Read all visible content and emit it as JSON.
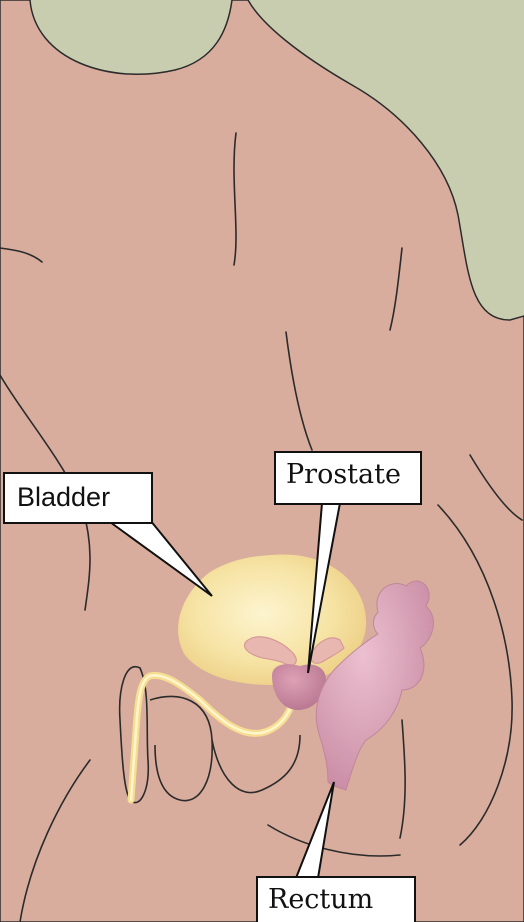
{
  "labels": {
    "bladder": "Bladder",
    "prostate": "Prostate",
    "rectum": "Rectum"
  },
  "colors": {
    "background": "#c9cdb0",
    "skin": "#d9ad9d",
    "outline": "#2b2b2b",
    "bladder": "#f7e6a8",
    "prostate": "#c98aa0",
    "rectum": "#d89cb2"
  }
}
